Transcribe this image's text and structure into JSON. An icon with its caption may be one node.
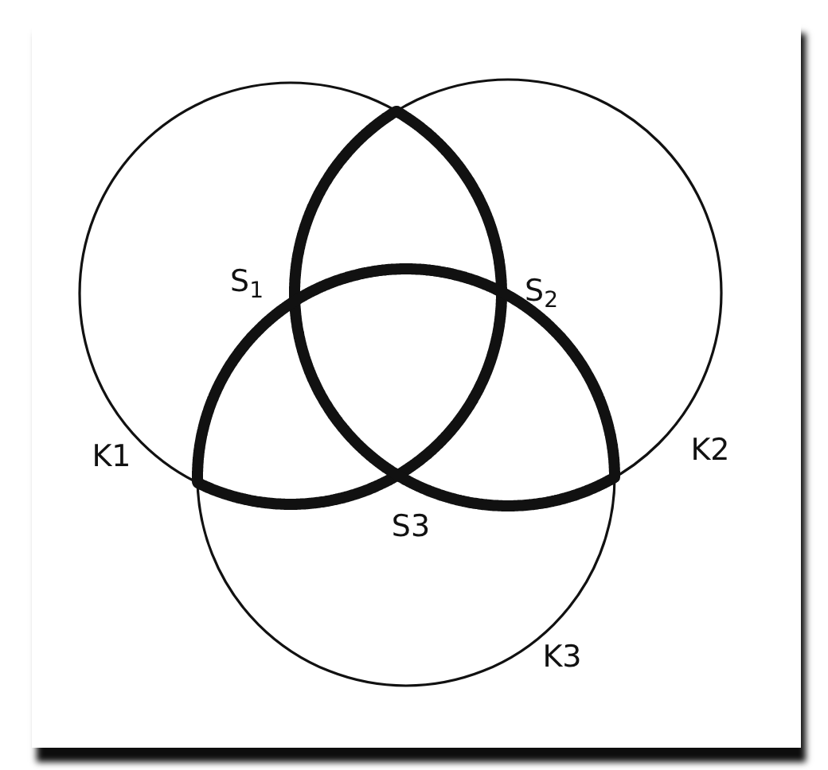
{
  "diagram": {
    "labels": [
      "S$_{1}$",
      "S$_{2}$",
      "K1",
      "K2",
      "S3",
      "K3"
    ]
  }
}
